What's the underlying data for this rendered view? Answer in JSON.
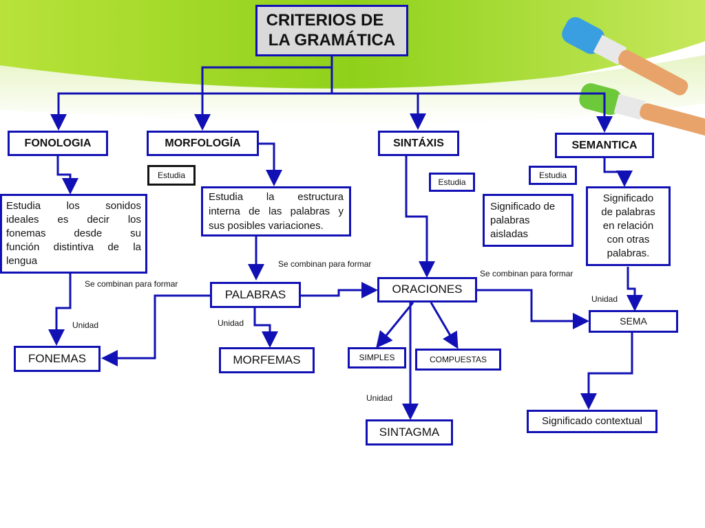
{
  "title": {
    "line1": "CRITERIOS DE",
    "line2": "LA GRAMÁTICA"
  },
  "branches": {
    "fonologia": "FONOLOGIA",
    "morfologia": "MORFOLOGÍA",
    "sintaxis": "SINTÁXIS",
    "semantica": "SEMANTICA"
  },
  "estudia": {
    "morfologia": "Estudia",
    "sintaxis": "Estudia",
    "semantica": "Estudia"
  },
  "descriptions": {
    "fonologia": [
      "Estudia los sonidos",
      "ideales es decir los",
      "fonemas desde su",
      "función distintiva de la",
      "lengua"
    ],
    "morfologia": [
      "Estudia la estructura",
      "interna de las palabras y",
      "sus posibles variaciones."
    ],
    "semantica_isolated": [
      "Significado de",
      "palabras",
      "aisladas"
    ],
    "semantica_related": [
      "Significado",
      "de palabras",
      "en relación",
      "con otras",
      "palabras."
    ]
  },
  "units": {
    "fonemas": "FONEMAS",
    "palabras": "PALABRAS",
    "morfemas": "MORFEMAS",
    "oraciones": "ORACIONES",
    "simples": "SIMPLES",
    "compuestas": "COMPUESTAS",
    "sintagma": "SINTAGMA",
    "sema": "SEMA",
    "contextual": "Significado contextual"
  },
  "edge_labels": {
    "combinan_1": "Se combinan para formar",
    "combinan_2": "Se combinan para formar",
    "combinan_3": "Se combinan para formar",
    "unidad_fonemas": "Unidad",
    "unidad_morfemas": "Unidad",
    "unidad_sintagma": "Unidad",
    "unidad_sema": "Unidad"
  },
  "colors": {
    "border": "#1010b4",
    "title_bg": "#d9d9d9",
    "swoosh_green": "#8fd11a",
    "brush_blue": "#3a9fe0",
    "brush_green": "#6dc83a"
  },
  "icons": {
    "decoration": [
      "paintbrush-icon",
      "paintbrush-icon"
    ]
  }
}
